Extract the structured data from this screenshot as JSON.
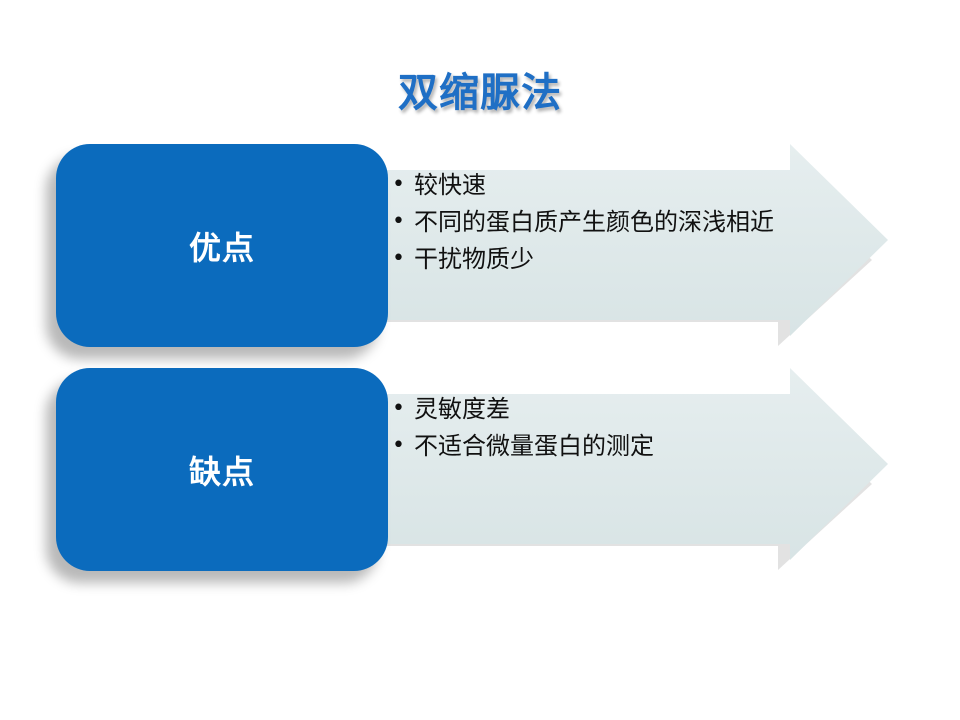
{
  "title": "双缩脲法",
  "sections": [
    {
      "label": "优点",
      "items": [
        "较快速",
        "不同的蛋白质产生颜色的深浅相近",
        "干扰物质少"
      ]
    },
    {
      "label": "缺点",
      "items": [
        "灵敏度差",
        "不适合微量蛋白的测定"
      ]
    }
  ],
  "colors": {
    "title": "#1f6fc5",
    "label_box": "#0b6bbd",
    "arrow_fill": "#dfe9ea",
    "text": "#111111"
  }
}
